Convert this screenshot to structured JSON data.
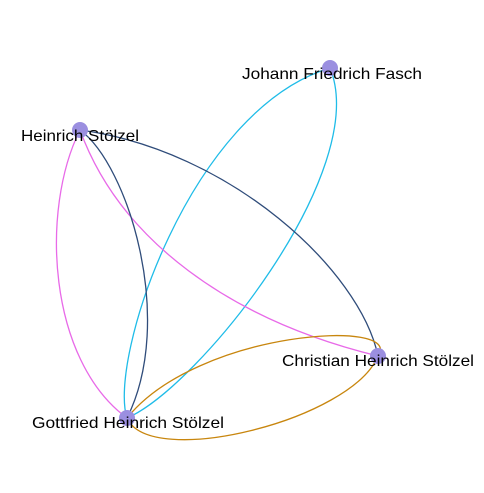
{
  "graph": {
    "node_color": "#9b8fe0",
    "nodes": [
      {
        "id": "n1",
        "label": "Johann Friedrich Fasch"
      },
      {
        "id": "n2",
        "label": "Heinrich Stölzel"
      },
      {
        "id": "n3",
        "label": "Christian Heinrich Stölzel"
      },
      {
        "id": "n4",
        "label": "Gottfried Heinrich Stölzel"
      }
    ],
    "edges": [
      {
        "id": "e1",
        "source": "n1",
        "target": "n4",
        "color": "#1fbce8"
      },
      {
        "id": "e2",
        "source": "n2",
        "target": "n3",
        "color": "#2f4c7a"
      },
      {
        "id": "e3",
        "source": "n2",
        "target": "n3",
        "color": "#e86ae8"
      },
      {
        "id": "e4",
        "source": "n2",
        "target": "n4",
        "color": "#2f4c7a"
      },
      {
        "id": "e5",
        "source": "n2",
        "target": "n4",
        "color": "#e86ae8"
      },
      {
        "id": "e6",
        "source": "n3",
        "target": "n4",
        "color": "#c8860e"
      }
    ]
  }
}
